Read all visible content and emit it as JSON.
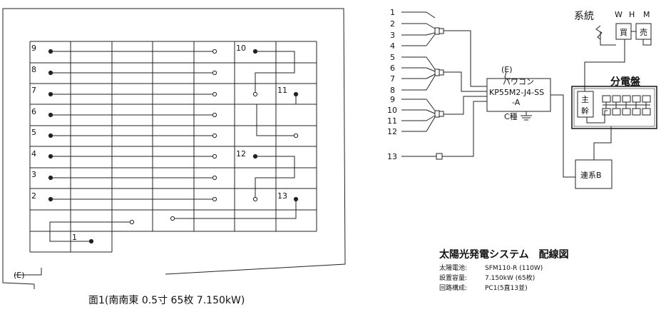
{
  "array": {
    "earth_label": "(E)",
    "caption": "面1(南南東 0.5寸 65枚 7.150kW)",
    "row_labels": [
      "9",
      "8",
      "7",
      "6",
      "5",
      "4",
      "3",
      "2"
    ],
    "extra_labels": [
      "10",
      "11",
      "12",
      "13",
      "1"
    ]
  },
  "wiring": {
    "circuit_numbers": [
      "1",
      "2",
      "3",
      "4",
      "5",
      "6",
      "7",
      "8",
      "9",
      "10",
      "11",
      "12",
      "13"
    ],
    "earth_label": "(E)",
    "pcs": {
      "line1": "パワコン",
      "line2": "KP55M2-J4-SS",
      "line3": "-A"
    },
    "ground_class": "C種",
    "link_box": "連系B",
    "grid": {
      "label": "系統",
      "meter_w": "W",
      "meter_h": "H",
      "meter_m": "M",
      "buy": "買",
      "sell": "売"
    },
    "panel": {
      "title": "分電盤",
      "main_top": "主",
      "main_bottom": "幹"
    }
  },
  "spec": {
    "title": "太陽光発電システム　配線図",
    "rows": [
      {
        "key": "太陽電池:",
        "value": "SFM110-R (110W)"
      },
      {
        "key": "設置容量:",
        "value": "7.150kW (65枚)"
      },
      {
        "key": "回路構成:",
        "value": "PC1(5直13並)"
      }
    ]
  }
}
